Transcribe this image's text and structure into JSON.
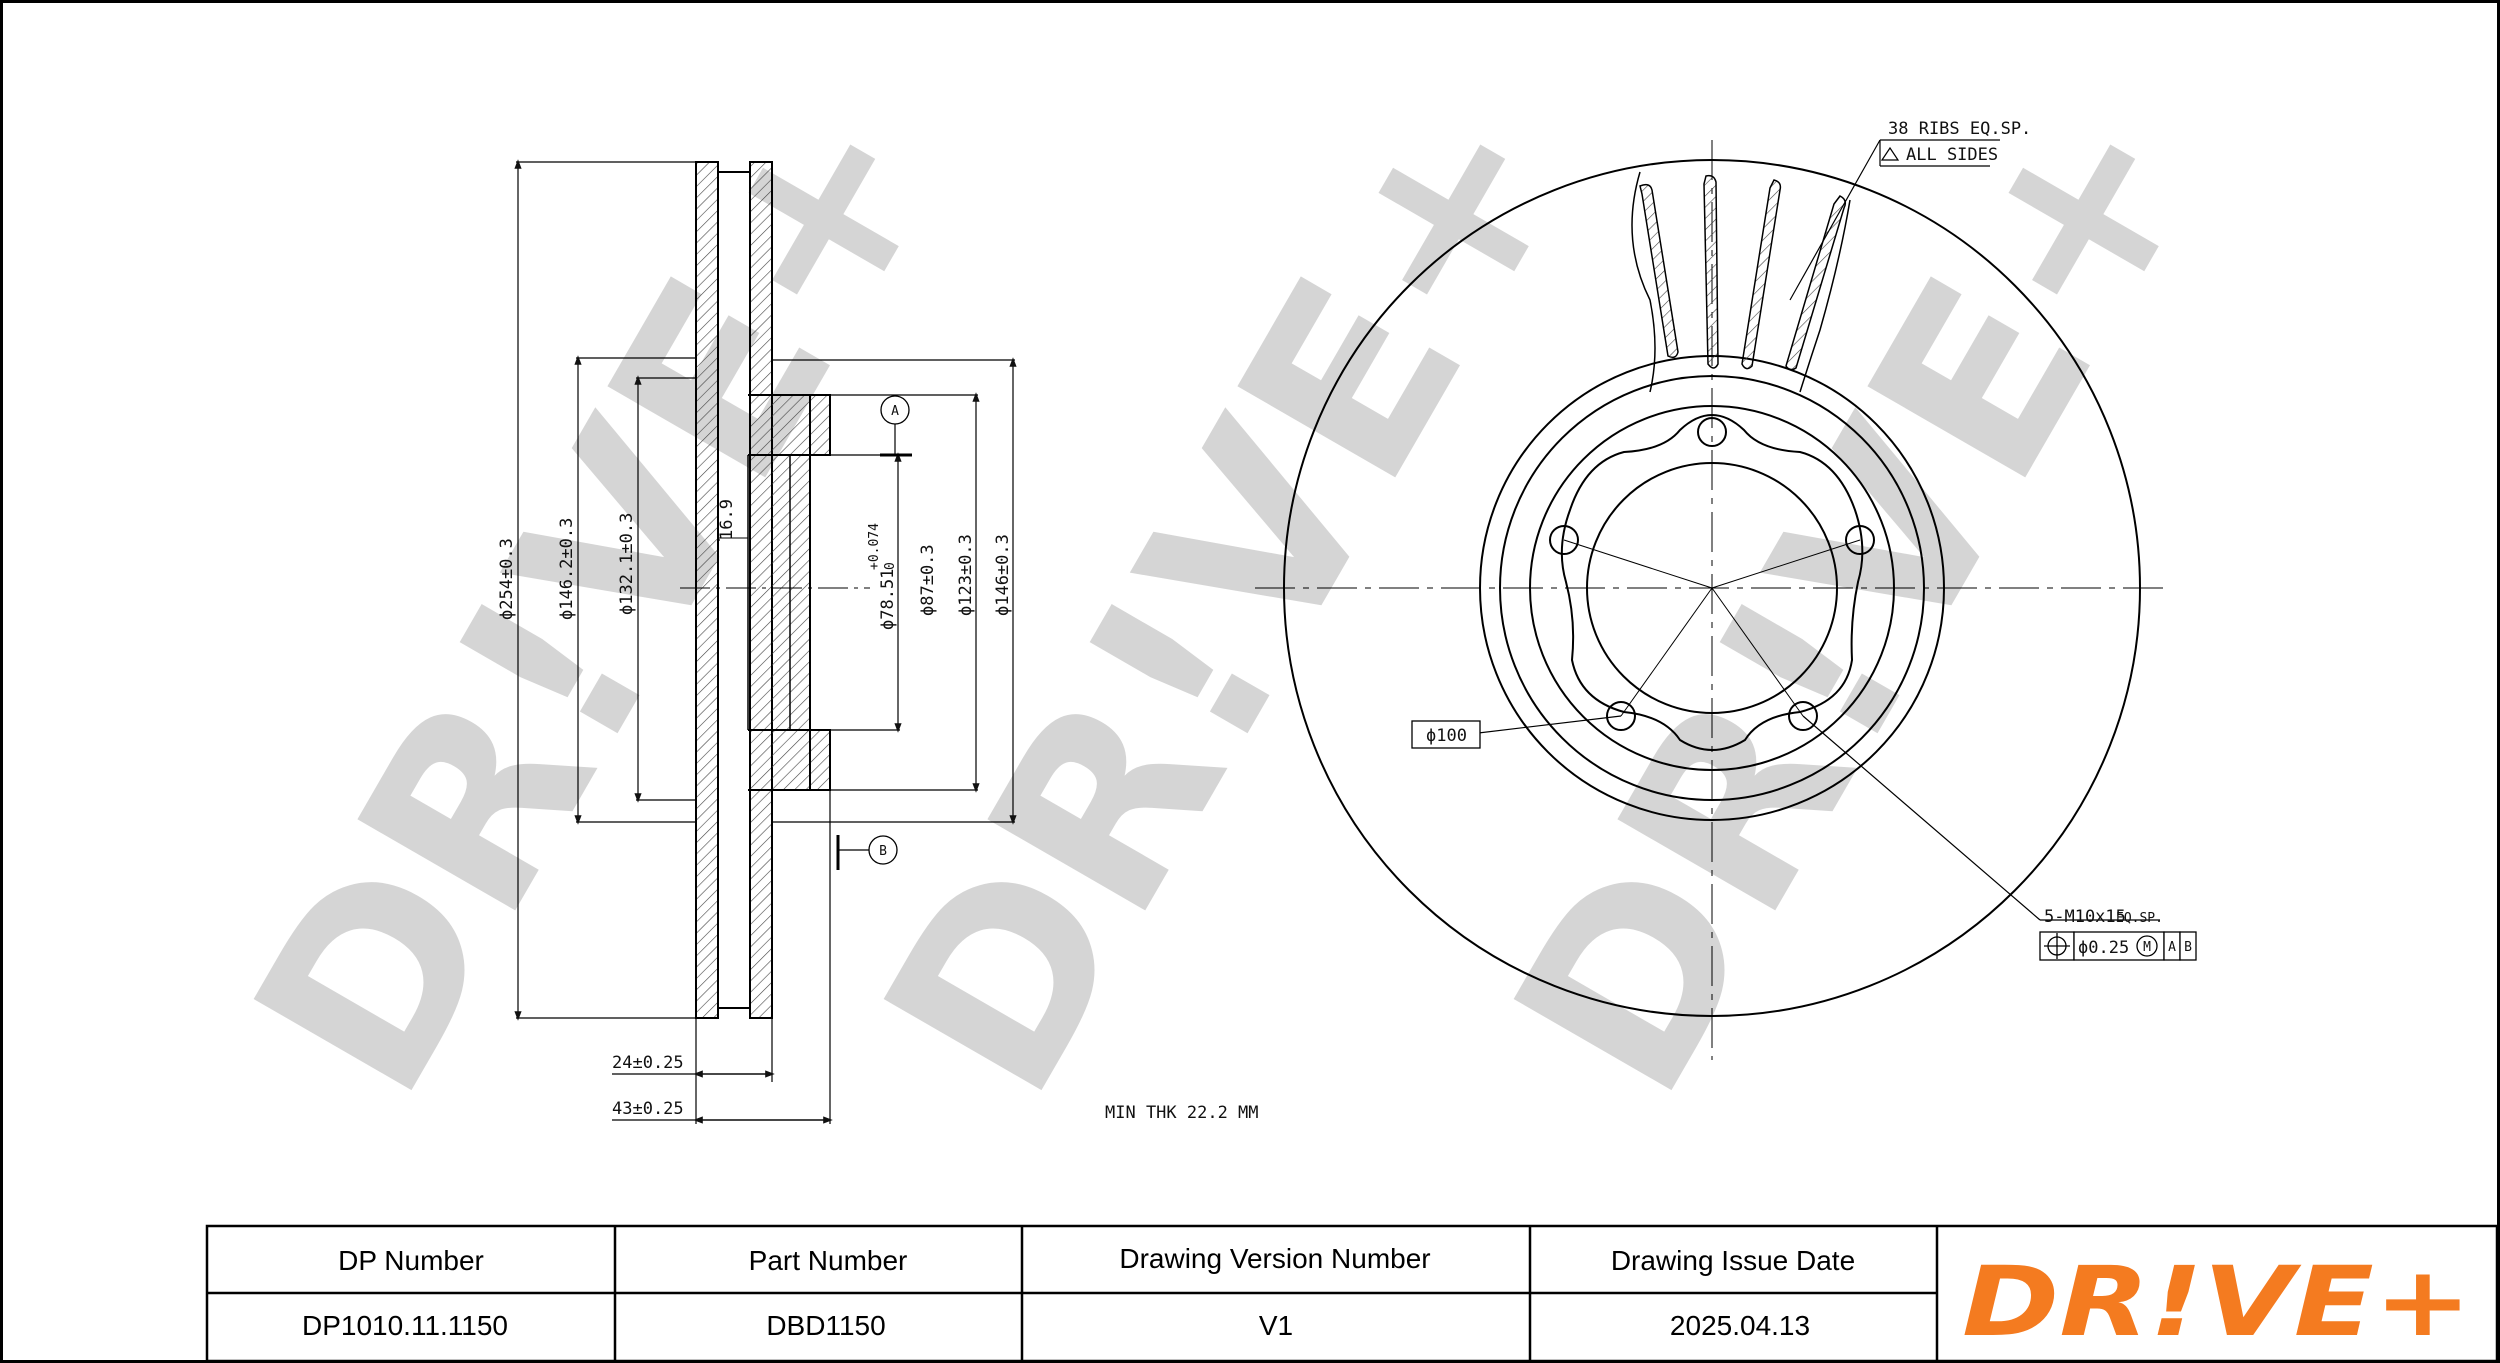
{
  "brand": {
    "logo_text": "DR!VE+",
    "watermark_text": "DR!VE+",
    "logo_color": "#f47b20",
    "watermark_color": "#c8c8c8"
  },
  "drawing": {
    "side_view": {
      "dim_outer_dia": "ϕ254±0.3",
      "dim_dia_1462": "ϕ146.2±0.3",
      "dim_dia_1321": "ϕ132.1±0.3",
      "dim_hub_height": "16.9",
      "dim_dia_785": "ϕ78.51",
      "dim_dia_785_tol_upper": "+0.074",
      "dim_dia_785_tol_lower": "0",
      "dim_dia_87": "ϕ87±0.3",
      "dim_dia_123": "ϕ123±0.3",
      "dim_dia_146": "ϕ146±0.3",
      "dim_thickness": "24±0.25",
      "dim_height": "43±0.25",
      "datum_a": "A",
      "datum_b": "B"
    },
    "front_view": {
      "ribs_note": "38 RIBS EQ.SP.",
      "ribs_note_2": "ALL SIDES",
      "dim_pcd": "ϕ100",
      "bolt_note": "5-M10x15",
      "bolt_note_eq": "EQ.SP.",
      "tol_value": "ϕ0.25",
      "tol_modifier": "M",
      "tol_datum_a": "A",
      "tol_datum_b": "B"
    },
    "min_thk_note": "MIN THK 22.2 MM"
  },
  "title_block": {
    "headers": [
      "DP Number",
      "Part Number",
      "Drawing Version Number",
      "Drawing Issue Date"
    ],
    "values": [
      "DP1010.11.1150",
      "DBD1150",
      "V1",
      "2025.04.13"
    ]
  }
}
